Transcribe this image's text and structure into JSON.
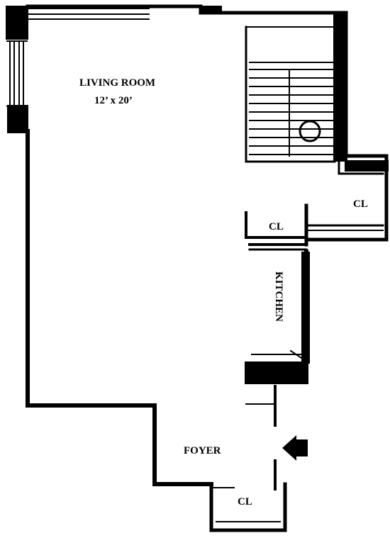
{
  "rooms": {
    "living_room": {
      "name": "LIVING ROOM",
      "dimensions": "12’ x 20’"
    },
    "kitchen": {
      "name": "KITCHEN"
    },
    "foyer": {
      "name": "FOYER"
    },
    "closet_right": {
      "name": "CL"
    },
    "closet_mid": {
      "name": "CL"
    },
    "closet_bottom": {
      "name": "CL"
    }
  },
  "colors": {
    "wall": "#000000",
    "background": "#ffffff"
  }
}
